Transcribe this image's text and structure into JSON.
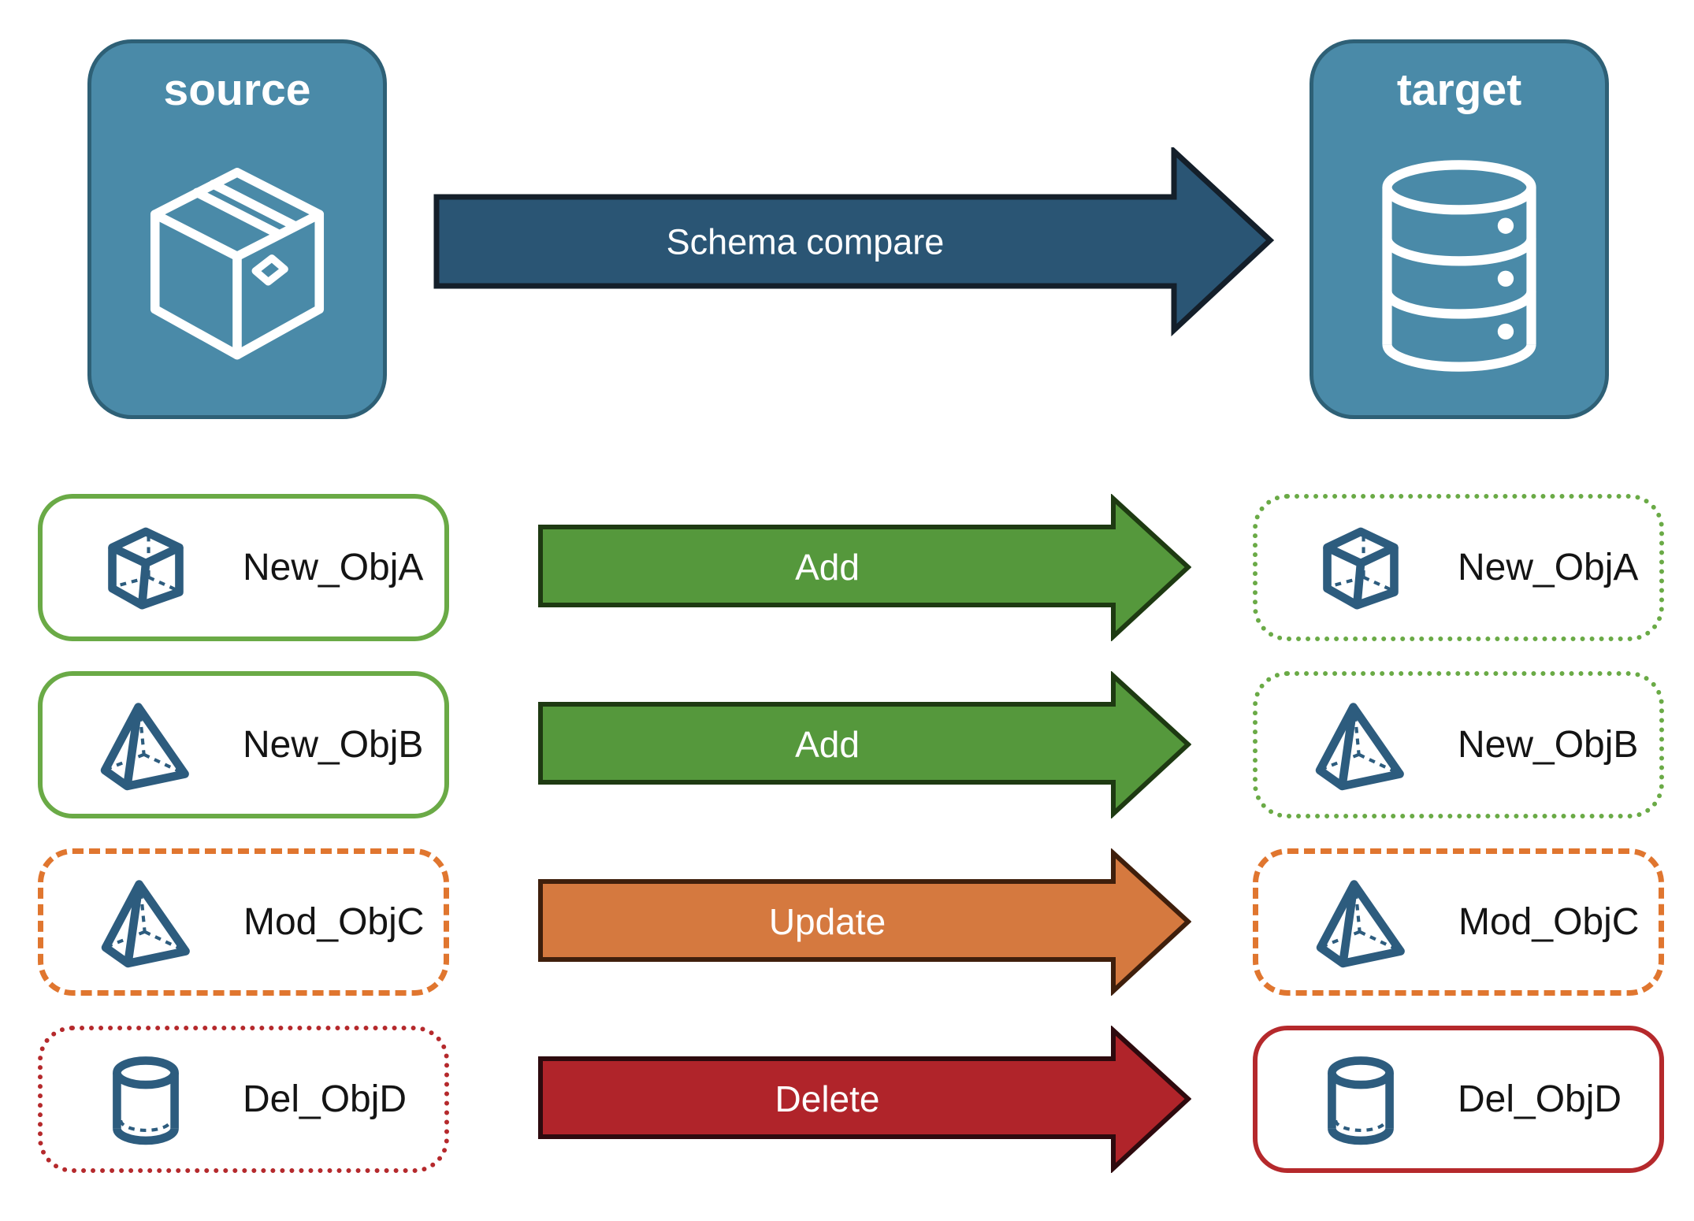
{
  "top": {
    "source_label": "source",
    "target_label": "target",
    "compare_arrow_label": "Schema compare"
  },
  "rows": [
    {
      "label": "New_ObjA",
      "action": "Add",
      "icon": "cube",
      "source_border": "green-solid",
      "target_border": "green-dotted"
    },
    {
      "label": "New_ObjB",
      "action": "Add",
      "icon": "pyramid",
      "source_border": "green-solid",
      "target_border": "green-dotted"
    },
    {
      "label": "Mod_ObjC",
      "action": "Update",
      "icon": "pyramid",
      "source_border": "orange-dashed",
      "target_border": "orange-dashed"
    },
    {
      "label": "Del_ObjD",
      "action": "Delete",
      "icon": "cylinder",
      "source_border": "red-dotted",
      "target_border": "red-solid"
    }
  ],
  "colors": {
    "panel_blue": "#4a8aa8",
    "panel_border": "#2e6076",
    "compare_arrow_fill": "#2a5574",
    "compare_arrow_stroke": "#141f2a",
    "add_fill": "#55983c",
    "add_stroke": "#1e3a12",
    "update_fill": "#d5793f",
    "update_stroke": "#3f1f0c",
    "delete_fill": "#b0242a",
    "delete_stroke": "#2e0a0e",
    "green_border": "#6aaa46",
    "orange_border": "#e0762f",
    "red_border": "#b5292c",
    "icon_blue": "#2d5c7e",
    "text_white": "#ffffff",
    "text_black": "#141414"
  }
}
